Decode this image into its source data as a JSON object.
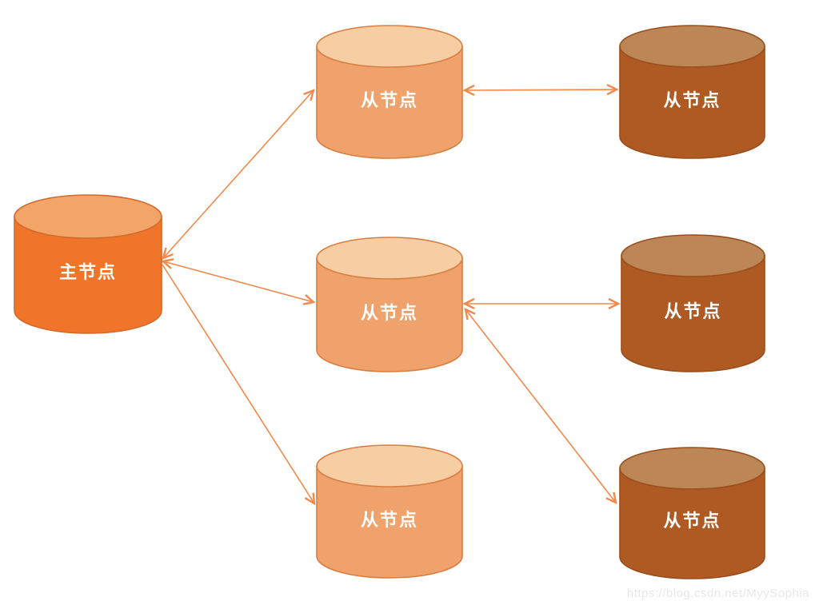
{
  "diagram": {
    "type": "database-replication-topology",
    "watermark": "https://blog.csdn.net/MyySophia",
    "palette": {
      "master_body": "#F0752B",
      "master_top": "#F3A469",
      "master_stroke": "#D06B2C",
      "slave_body": "#F0A26C",
      "slave_top": "#F7CEA3",
      "slave_stroke": "#D97E41",
      "replica_body": "#AE5A22",
      "replica_top": "#BD8656",
      "replica_stroke": "#9A4E1D",
      "arrow": "#F0894B",
      "label_text": "#FFFFFF"
    },
    "nodes": [
      {
        "id": "master",
        "label": "主节点",
        "role": "master"
      },
      {
        "id": "slave-1",
        "label": "从节点",
        "role": "slave"
      },
      {
        "id": "slave-2",
        "label": "从节点",
        "role": "slave"
      },
      {
        "id": "slave-3",
        "label": "从节点",
        "role": "slave"
      },
      {
        "id": "replica-1",
        "label": "从节点",
        "role": "replica"
      },
      {
        "id": "replica-2",
        "label": "从节点",
        "role": "replica"
      },
      {
        "id": "replica-3",
        "label": "从节点",
        "role": "replica"
      }
    ],
    "edges": [
      {
        "from": "master",
        "to": "slave-1",
        "bidirectional": true
      },
      {
        "from": "master",
        "to": "slave-2",
        "bidirectional": true
      },
      {
        "from": "master",
        "to": "slave-3",
        "bidirectional": false
      },
      {
        "from": "slave-1",
        "to": "replica-1",
        "bidirectional": true
      },
      {
        "from": "slave-2",
        "to": "replica-2",
        "bidirectional": true
      },
      {
        "from": "slave-2",
        "to": "replica-3",
        "bidirectional": true
      }
    ]
  }
}
